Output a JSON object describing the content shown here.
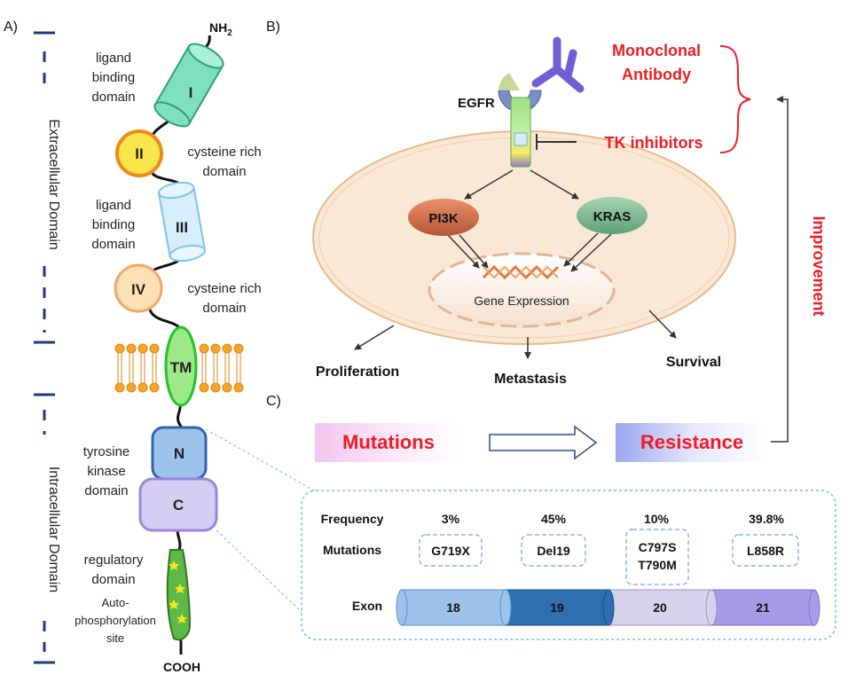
{
  "panels": {
    "a": "A)",
    "b": "B)",
    "c": "C)"
  },
  "receptor": {
    "nh2": "NH",
    "nh2_sub": "2",
    "cooh": "COOH",
    "domains": [
      {
        "label": "I",
        "desc": [
          "ligand",
          "binding",
          "domain"
        ]
      },
      {
        "label": "II",
        "desc": [
          "cysteine rich",
          "domain"
        ]
      },
      {
        "label": "III",
        "desc": [
          "ligand",
          "binding",
          "domain"
        ]
      },
      {
        "label": "IV",
        "desc": [
          "cysteine rich",
          "domain"
        ]
      },
      {
        "label": "TM",
        "desc": []
      },
      {
        "label": "N",
        "desc": [
          "tyrosine",
          "kinase",
          "domain"
        ]
      },
      {
        "label": "C",
        "desc": []
      }
    ],
    "regulatory": [
      "regulatory",
      "domain"
    ],
    "autophos": [
      "Auto-",
      "phosphorylation",
      "site"
    ],
    "extracellular": "Extracellular Domain",
    "intracellular": "Intracellular Domain"
  },
  "pathway": {
    "egfr": "EGFR",
    "mab": [
      "Monoclonal",
      "Antibody"
    ],
    "tki": "TK inhibitors",
    "pi3k": "PI3K",
    "kras": "KRAS",
    "gene_expression": "Gene Expression",
    "outcomes": [
      "Proliferation",
      "Metastasis",
      "Survival"
    ],
    "improvement": "Improvement"
  },
  "flow": {
    "mutations": "Mutations",
    "resistance": "Resistance"
  },
  "table": {
    "frequency_label": "Frequency",
    "mutations_label": "Mutations",
    "exon_label": "Exon",
    "columns": [
      {
        "frequency": "3%",
        "mutation": [
          "G719X"
        ],
        "exon": "18"
      },
      {
        "frequency": "45%",
        "mutation": [
          "Del19"
        ],
        "exon": "19"
      },
      {
        "frequency": "10%",
        "mutation": [
          "C797S",
          "T790M"
        ],
        "exon": "20"
      },
      {
        "frequency": "39.8%",
        "mutation": [
          "L858R"
        ],
        "exon": "21"
      }
    ]
  },
  "colors": {
    "red": "#ee1c25",
    "navy": "#1f3a7a",
    "cell_fill": "#f9e8d5",
    "cell_stroke": "#e8b98a"
  }
}
